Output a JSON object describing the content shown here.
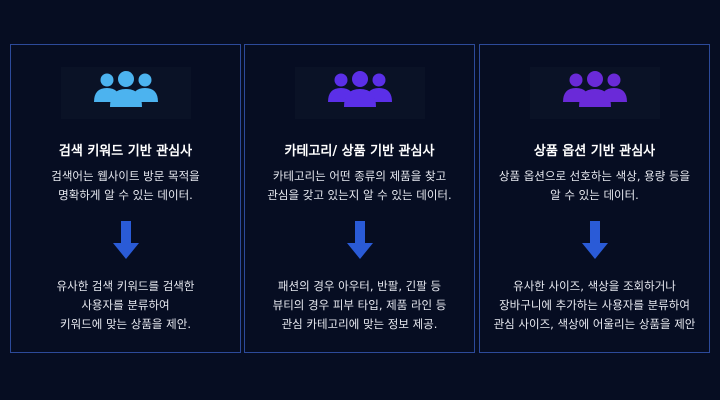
{
  "cards": [
    {
      "icon": "users-group-icon",
      "icon_color": "#4cb3ef",
      "title": "검색 키워드 기반 관심사",
      "desc": [
        "검색어는 웹사이트 방문 목적을",
        "명확하게 알 수 있는 데이터."
      ],
      "result": [
        "유사한 검색 키워드를 검색한",
        "사용자를 분류하여",
        "키워드에 맞는 상품을 제안."
      ]
    },
    {
      "icon": "users-group-icon",
      "icon_color": "#5b2fe8",
      "title": "카테고리/ 상품 기반 관심사",
      "desc": [
        "카테고리는 어떤 종류의 제품을 찾고",
        "관심을 갖고 있는지 알 수 있는 데이터."
      ],
      "result": [
        "패션의 경우 아우터, 반팔, 긴팔 등",
        "뷰티의 경우 피부 타입, 제품 라인 등",
        "관심 카테고리에 맞는 정보 제공."
      ]
    },
    {
      "icon": "users-group-icon",
      "icon_color": "#6a2ad8",
      "title": "상품 옵션 기반 관심사",
      "desc": [
        "상품 옵션으로 선호하는 색상, 용량 등을",
        "알 수 있는 데이터."
      ],
      "result": [
        "유사한 사이즈, 색상을 조회하거나",
        "장바구니에 추가하는 사용자를 분류하여",
        "관심 사이즈, 색상에 어울리는 상품을 제안"
      ]
    }
  ],
  "arrow_icon": "arrow-down-icon",
  "arrow_color": "#2a5bd7",
  "border_color": "#2c4a9a"
}
